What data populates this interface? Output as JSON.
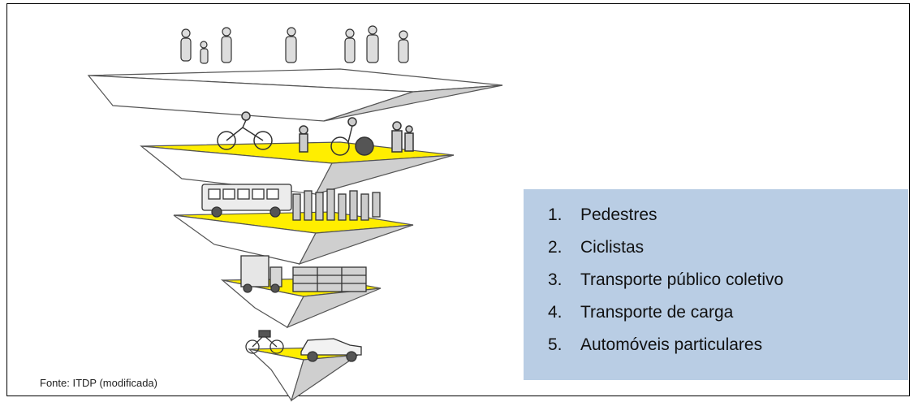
{
  "legend": {
    "items": [
      {
        "number": "1.",
        "label": "Pedestres"
      },
      {
        "number": "2.",
        "label": "Ciclistas"
      },
      {
        "number": "3.",
        "label": "Transporte público coletivo"
      },
      {
        "number": "4.",
        "label": "Transporte de carga"
      },
      {
        "number": "5.",
        "label": "Automóveis particulares"
      }
    ]
  },
  "source": "Fonte: ITDP (modificada)",
  "colors": {
    "level_top": "#ffee00",
    "level_front": "#ffffff",
    "level_side": "#cfcfcf",
    "legend_bg": "#b9cde4"
  },
  "pyramid": {
    "levels": [
      {
        "icons": [
          "pedestrian-icon",
          "pedestrian-icon",
          "pedestrian-icon",
          "pedestrian-icon",
          "pedestrian-icon",
          "pedestrian-icon",
          "pedestrian-icon",
          "pedestrian-icon"
        ]
      },
      {
        "icons": [
          "bicycle-icon",
          "bicycle-icon",
          "bicycle-icon",
          "pedestrian-icon"
        ]
      },
      {
        "icons": [
          "bus-icon",
          "pedestrian-icon"
        ]
      },
      {
        "icons": [
          "truck-icon",
          "cargo-icon"
        ]
      },
      {
        "icons": [
          "motorcycle-icon",
          "car-icon"
        ]
      }
    ]
  }
}
